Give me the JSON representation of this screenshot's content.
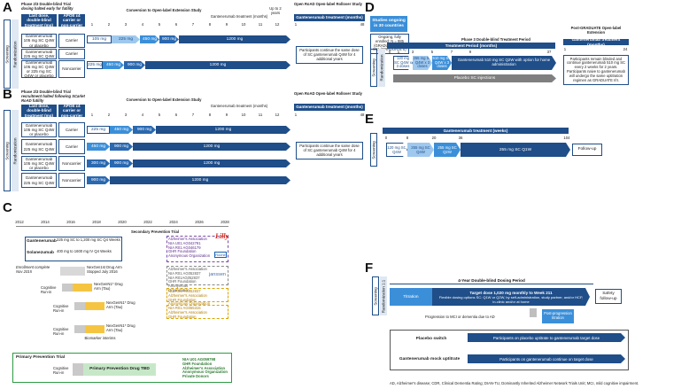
{
  "panelA": {
    "label": "A",
    "trial_title": "Phase 2/3 Double-blind Trial",
    "trial_subtitle": "dosing halted early for futility",
    "conversion": "Conversion to Open-label Extension Study",
    "rollover": "Open RoAD Open-label Rollover Study",
    "treatment_months": "Gantenerumab treatment (months)",
    "up_to": "Up to 2 years",
    "rollover_treatment": "Gantenerumab treatment (months)",
    "screening": "Screening",
    "randomization": "Randomization",
    "col_dose": "Last dose, double-blind treatment (mg)",
    "col_apoe": "APOE ε4 carrier or non-carrier",
    "months": [
      "1",
      "2",
      "3",
      "4",
      "5",
      "6",
      "7",
      "8",
      "9",
      "10",
      "11",
      "12"
    ],
    "rollover_ticks": [
      "1",
      "48"
    ],
    "rows": [
      {
        "dose": "Gantenerumab 105 mg SC Q4W or placebo",
        "apoe": "Carrier",
        "bars": [
          "105 mg",
          "225 mg",
          "450 mg",
          "900 mg",
          "1200 mg"
        ]
      },
      {
        "dose": "Gantenerumab 225 mg SC Q4W",
        "apoe": "Carrier",
        "bars": []
      },
      {
        "dose": "Gantenerumab 105 mg SC Q4W or 225 mg SC Q4W or placebo",
        "apoe": "Noncarrier",
        "bars": [
          "225 mg",
          "450 mg",
          "900 mg",
          "1200 mg"
        ]
      }
    ],
    "participants_note": "Participants continue the same dose of SC gantenerumab Q4W for 4 additional years"
  },
  "panelB": {
    "label": "B",
    "trial_title": "Phase 2/3 Double-blind Trial",
    "trial_subtitle": "recruitment halted following SCarlet RoAD futility",
    "conversion": "Conversion to Open-label Extension Study",
    "rollover": "Open RoAD Open-label Rollover Study",
    "treatment_months": "Gantenerumab treatment (months)",
    "rollover_treatment": "Gantenerumab treatment (months)",
    "screening": "Screening",
    "randomization": "Randomization",
    "col_dose": "Last dose, double-blind treatment (mg)",
    "col_apoe": "APOE ε4 carrier or non-carrier",
    "months": [
      "1",
      "2",
      "3",
      "4",
      "5",
      "6",
      "7",
      "8",
      "9",
      "10",
      "11",
      "12"
    ],
    "rollover_ticks": [
      "1",
      "48"
    ],
    "rows": [
      {
        "dose": "Gantenerumab 105 mg SC Q4W or placebo",
        "apoe": "Carrier",
        "bars": [
          "225 mg",
          "450 mg",
          "900 mg",
          "1200 mg"
        ]
      },
      {
        "dose": "Gantenerumab 225 mg SC Q4W",
        "apoe": "Carrier",
        "bars": [
          "450 mg",
          "900 mg",
          "1200 mg"
        ]
      },
      {
        "dose": "Gantenerumab 105 mg SC Q4W or placebo",
        "apoe": "Noncarrier",
        "bars": [
          "300 mg",
          "900 mg",
          "1200 mg"
        ]
      },
      {
        "dose": "Gantenerumab 225 mg SC Q4W",
        "apoe": "Noncarrier",
        "bars": [
          "900 mg",
          "1200 mg"
        ]
      }
    ],
    "participants_note": "Participants continue the same dose of SC gantenerumab Q4W for 4 additional years"
  },
  "panelC": {
    "label": "C",
    "years": [
      "2012",
      "2014",
      "2016",
      "2018",
      "2020",
      "2022",
      "2024",
      "2026",
      "2028"
    ],
    "secondary": "Secondary Prevention Trial",
    "gantenerumab": "Gantenerumab",
    "gant_dose": "225 mg SC to 1,200 mg SC Q4 Weeks",
    "solanezumab": "Solanezumab",
    "sola_dose": "400 mg to 1600 mg IV Q4 Weeks",
    "enrollment": "Enrollment complete Nov 2015",
    "drug_arm_stopped": "NexGen1st Drug Arm Stopped July 2016",
    "cognitive_runin": "Cognitive Run-in",
    "drug_arm_tau": "NexGenN1* Drug Arm (Tau)",
    "drug_arm_tau2": "NexGenN1* Drug Arm (Tau)",
    "drug_arm_tau3": "NexGenN1* Drug Arm (Tau)",
    "biomarker": "Biomarker interims",
    "sponsors1": [
      "Alzheimer's Association",
      "NIA U01 AG042791",
      "NIA R01 AG046179",
      "GHR Foundation",
      "Anonymous Organization"
    ],
    "sponsors2": [
      "Alzheimer's Association",
      "NIA R01 AG052837",
      "NIA R01AG052837",
      "GHR Foundation",
      "Anonymous Organization"
    ],
    "sponsors3": [
      "NIA R01 AG052837",
      "Alzheimer's Association",
      "GHR Foundation",
      "Anonymous Organization"
    ],
    "sponsors4": [
      "NIA R01 AG055315",
      "Alzheimer's Association",
      "GHR Foundation"
    ],
    "primary_title": "Primary Prevention Trial",
    "primary_drug": "Primary Prevention Drug TBD",
    "primary_sponsors": [
      "NIA U01 AG059798",
      "GHR Foundation",
      "Alzheimer's Association",
      "Anonymous Organization",
      "Private Donors"
    ],
    "lilly": "Lilly",
    "roche": "Roche",
    "janssen": "janssen"
  },
  "panelD": {
    "label": "D",
    "studies_ongoing": "Studies ongoing in 30 countries",
    "enrolled": "Ongoing, fully enrolled: N = 985 (GRADUATE I) N = 991 (GRADUATE II)",
    "phase3": "Phase 3 Double-blind Treatment Period",
    "treatment_period": "Treatment Period (months)",
    "ticks": [
      "0",
      "1",
      "3",
      "5",
      "7",
      "9",
      "37"
    ],
    "post": "Post-GRADUATE Open-label Extension",
    "post_treatment": "Gantenerumab treatment (months)",
    "post_ticks": [
      "1",
      "24"
    ],
    "dose1": "120 mg SC Q4W x 3 doses",
    "dose2": "255 mg SC Q4W x 3 doses",
    "dose3": "510 mg SC Q4W x 3 doses",
    "dose4": "Gantenerumab 510 mg SC Q2W with option for home administration",
    "placebo": "Placebo SC injections",
    "note": "Participants remain blinded and continue gantenerumab 510 mg SC every 2 weeks for 2 years. Participants naive to gantenerumab will undergo the same uptitration regimen as GRADUATE I/II.",
    "screening": "Screening",
    "randomization": "Randomization"
  },
  "panelE": {
    "label": "E",
    "treatment_weeks": "Gantenerumab treatment (weeks)",
    "ticks": [
      "0",
      "8",
      "20",
      "36",
      "104"
    ],
    "dose1": "120 mg SC Q4W",
    "dose2": "255 mg SC Q4W",
    "dose3": "255 mg SC Q2W",
    "dose4": "255 mg SC Q1W",
    "followup": "Follow-up",
    "screening": "Screening"
  },
  "panelF": {
    "label": "F",
    "period": "4-Year Double-blind Dosing Period",
    "titration": "Titration",
    "target": "Target dose 1,020 mg monthly to Week 211",
    "target_sub": "Flexible dosing options SC: Q1W or Q2W, by self-administration, study partner, and/or HCP, in-clinic and/or at home",
    "safety": "Safety follow-up",
    "progression": "Progression to MCI or dementia due to AD",
    "post_prog": "Post-progression titration",
    "placebo_switch": "Placebo switch",
    "placebo_switch_text": "Participants on placebo uptitrate to gantenerumab target dose",
    "mock": "Gantenerumab mock uptitrate",
    "mock_text": "Participants on gantenerumab continue on target dose",
    "screening": "Screening",
    "randomization": "Randomization 1:1"
  },
  "footnote": "AD, Alzheimer's disease; CDR, Clinical Dementia Rating; DIAN-TU, Dominantly Inherited Alzheimer Network Trials Unit; MCI, mild cognitive impairment."
}
